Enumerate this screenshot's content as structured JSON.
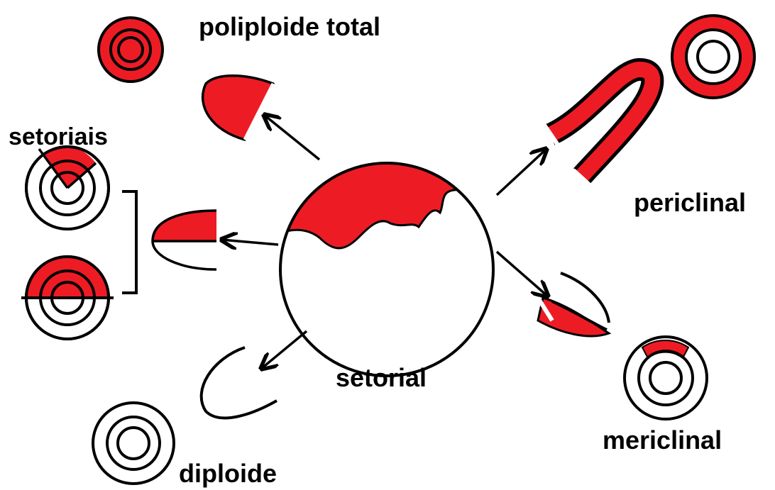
{
  "labels": {
    "poliploide_total": "poliploide total",
    "setoriais": "setoriais",
    "periclinal": "periclinal",
    "setorial": "setorial",
    "mericlinal": "mericlinal",
    "diploide": "diploide"
  },
  "colors": {
    "red": "#ED1C24",
    "black": "#000000",
    "white": "#FFFFFF"
  }
}
